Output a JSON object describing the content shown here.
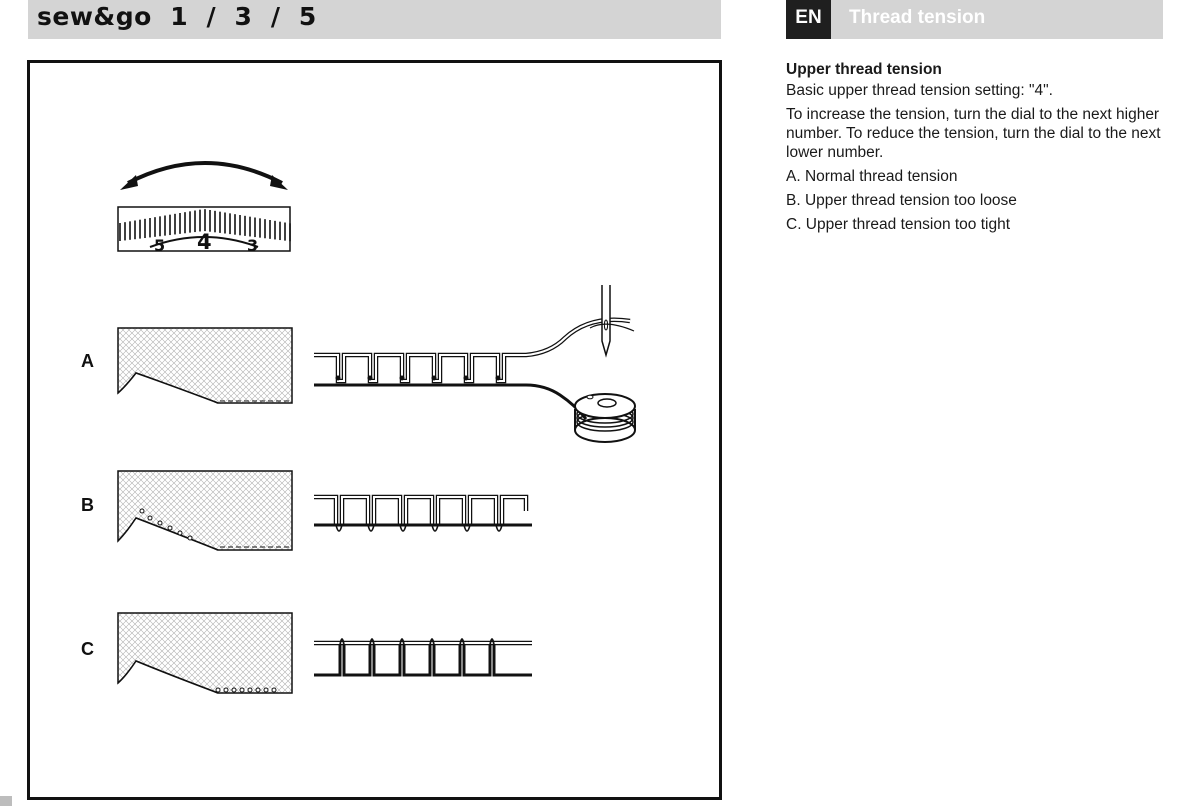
{
  "header": {
    "model_label": "sew&go  1  /  3  /  5",
    "language_badge": "EN",
    "section_title": "Thread tension"
  },
  "figure": {
    "dial": {
      "numbers": [
        "5",
        "4",
        "3"
      ]
    },
    "rows": [
      {
        "label": "A"
      },
      {
        "label": "B"
      },
      {
        "label": "C"
      }
    ]
  },
  "content": {
    "heading": "Upper thread tension",
    "paragraphs": [
      "Basic upper thread tension setting: \"4\".",
      "To increase the tension, turn the dial to the next higher number. To reduce the tension, turn the dial to the next lower number."
    ],
    "list": [
      "A. Normal thread tension",
      "B. Upper thread tension too loose",
      "C. Upper thread tension too tight"
    ]
  },
  "colors": {
    "header_bg": "#d4d4d4",
    "badge_bg": "#1f1f1f",
    "line": "#111111"
  }
}
